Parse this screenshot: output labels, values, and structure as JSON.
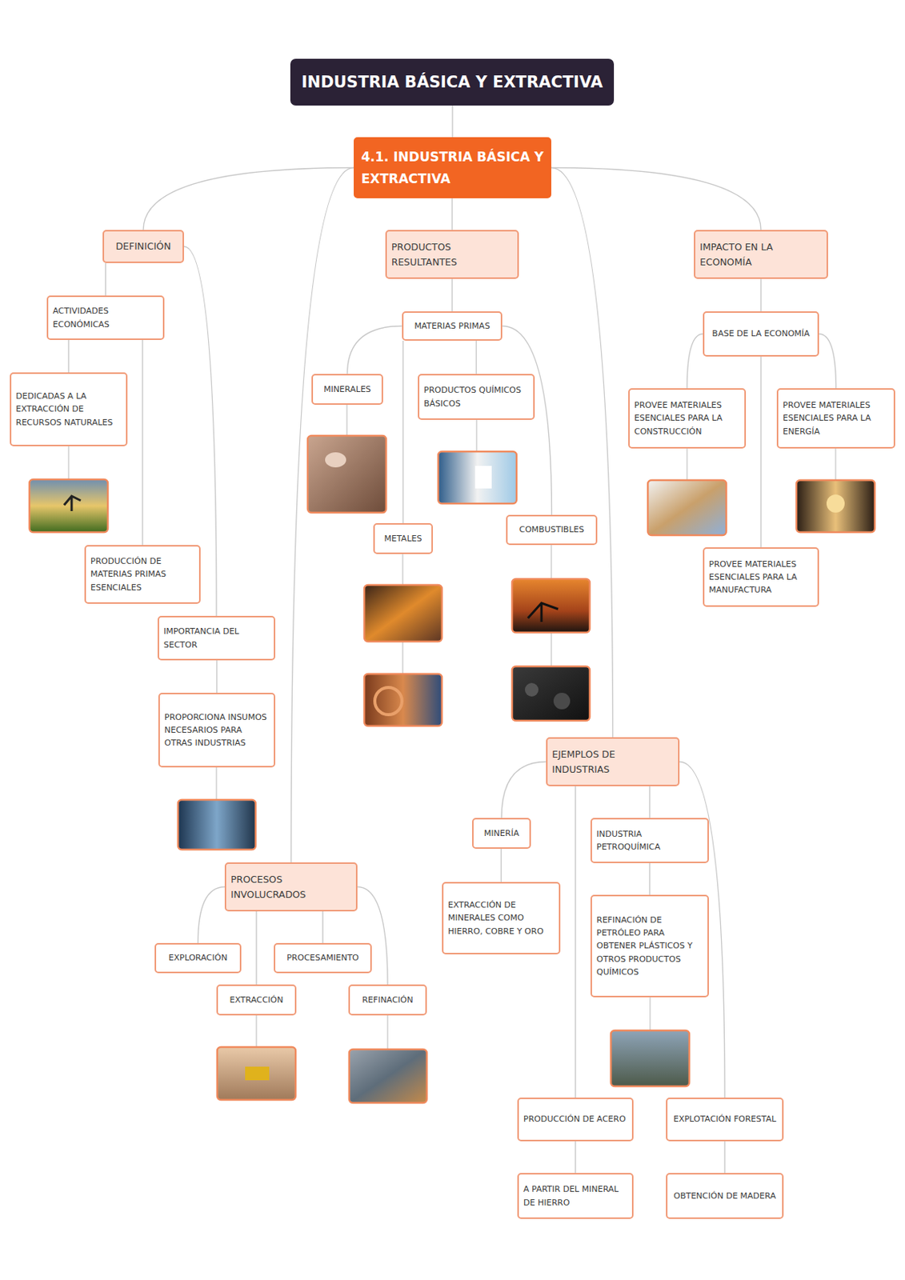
{
  "diagram": {
    "nodes": [
      {
        "text": [
          "INDUSTRIA BÁSICA Y EXTRACTIVA"
        ]
      },
      {
        "text": [
          "4.1. INDUSTRIA BÁSICA Y EXTRACTIVA"
        ]
      },
      {
        "text": [
          "DEFINICIÓN"
        ]
      },
      {
        "text": [
          "ACTIVIDADES ECONÓMICAS"
        ]
      },
      {
        "text": [
          "DEDICADAS A LA EXTRACCIÓN DE RECURSOS NATURALES"
        ]
      },
      {
        "text": [
          "PRODUCCIÓN DE MATERIAS PRIMAS ESENCIALES"
        ]
      },
      {
        "text": [
          "IMPORTANCIA DEL SECTOR"
        ]
      },
      {
        "text": [
          "PROPORCIONA INSUMOS NECESARIOS PARA OTRAS INDUSTRIAS"
        ]
      },
      {
        "text": [
          "PRODUCTOS RESULTANTES"
        ]
      },
      {
        "text": [
          "MATERIAS PRIMAS"
        ]
      },
      {
        "text": [
          "MINERALES"
        ]
      },
      {
        "text": [
          "PRODUCTOS QUÍMICOS BÁSICOS"
        ]
      },
      {
        "text": [
          "METALES"
        ]
      },
      {
        "text": [
          "COMBUSTIBLES"
        ]
      },
      {
        "text": [
          "IMPACTO EN LA ECONOMÍA"
        ]
      },
      {
        "text": [
          "BASE DE LA ECONOMÍA"
        ]
      },
      {
        "text": [
          "PROVEE MATERIALES ESENCIALES PARA LA CONSTRUCCIÓN"
        ]
      },
      {
        "text": [
          "PROVEE MATERIALES ESENCIALES PARA LA ENERGÍA"
        ]
      },
      {
        "text": [
          "PROVEE MATERIALES ESENCIALES PARA LA MANUFACTURA"
        ]
      },
      {
        "text": [
          "EJEMPLOS DE INDUSTRIAS"
        ]
      },
      {
        "text": [
          "MINERÍA"
        ]
      },
      {
        "text": [
          "EXTRACCIÓN DE MINERALES COMO HIERRO, COBRE Y ORO"
        ]
      },
      {
        "text": [
          "INDUSTRIA PETROQUÍMICA"
        ]
      },
      {
        "text": [
          "REFINACIÓN DE PETRÓLEO PARA OBTENER PLÁSTICOS Y OTROS PRODUCTOS QUÍMICOS"
        ]
      },
      {
        "text": [
          "PRODUCCIÓN DE ACERO"
        ]
      },
      {
        "text": [
          "A PARTIR DEL MINERAL DE HIERRO"
        ]
      },
      {
        "text": [
          "EXPLOTACIÓN FORESTAL"
        ]
      },
      {
        "text": [
          "OBTENCIÓN DE MADERA"
        ]
      },
      {
        "text": [
          "PROCESOS INVOLUCRADOS"
        ]
      },
      {
        "text": [
          "EXPLORACIÓN"
        ]
      },
      {
        "text": [
          "PROCESAMIENTO"
        ]
      },
      {
        "text": [
          "EXTRACCIÓN"
        ]
      },
      {
        "text": [
          "REFINACIÓN"
        ]
      }
    ],
    "edges": [
      {
        "from": 0,
        "to": 1,
        "arrow": "none"
      },
      {
        "from": 1,
        "to": 2,
        "arrow": "none"
      },
      {
        "from": 1,
        "to": 8,
        "arrow": "none"
      },
      {
        "from": 1,
        "to": 14,
        "arrow": "none"
      },
      {
        "from": 1,
        "to": 28,
        "arrow": "none"
      },
      {
        "from": 1,
        "to": 19,
        "arrow": "none"
      },
      {
        "from": 2,
        "to": 3,
        "arrow": "none"
      },
      {
        "from": 3,
        "to": 4,
        "arrow": "none"
      },
      {
        "from": 3,
        "to": 5,
        "arrow": "none"
      },
      {
        "from": 2,
        "to": 6,
        "arrow": "none"
      },
      {
        "from": 6,
        "to": 7,
        "arrow": "none"
      },
      {
        "from": 8,
        "to": 9,
        "arrow": "none"
      },
      {
        "from": 9,
        "to": 10,
        "arrow": "none"
      },
      {
        "from": 9,
        "to": 11,
        "arrow": "none"
      },
      {
        "from": 9,
        "to": 12,
        "arrow": "none"
      },
      {
        "from": 9,
        "to": 13,
        "arrow": "none"
      },
      {
        "from": 14,
        "to": 15,
        "arrow": "none"
      },
      {
        "from": 15,
        "to": 16,
        "arrow": "none"
      },
      {
        "from": 15,
        "to": 17,
        "arrow": "none"
      },
      {
        "from": 15,
        "to": 18,
        "arrow": "none"
      },
      {
        "from": 19,
        "to": 20,
        "arrow": "none"
      },
      {
        "from": 20,
        "to": 21,
        "arrow": "none"
      },
      {
        "from": 19,
        "to": 22,
        "arrow": "none"
      },
      {
        "from": 22,
        "to": 23,
        "arrow": "none"
      },
      {
        "from": 19,
        "to": 24,
        "arrow": "none"
      },
      {
        "from": 24,
        "to": 25,
        "arrow": "none"
      },
      {
        "from": 19,
        "to": 26,
        "arrow": "none"
      },
      {
        "from": 26,
        "to": 27,
        "arrow": "none"
      },
      {
        "from": 28,
        "to": 29,
        "arrow": "none"
      },
      {
        "from": 28,
        "to": 30,
        "arrow": "none"
      },
      {
        "from": 28,
        "to": 31,
        "arrow": "none"
      },
      {
        "from": 28,
        "to": 32,
        "arrow": "none"
      }
    ]
  }
}
